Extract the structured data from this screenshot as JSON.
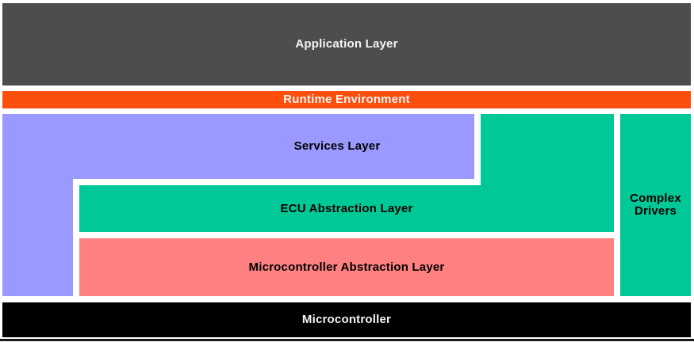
{
  "diagram": {
    "type": "layered-architecture-block-diagram",
    "layers": {
      "application": {
        "label": "Application Layer",
        "color": "#4d4d4d",
        "text_color": "#f5f4f1"
      },
      "runtime": {
        "label": "Runtime Environment",
        "color": "#fc4e0d",
        "text_color": "#ffffff"
      },
      "services": {
        "label": "Services Layer",
        "color": "#9999ff",
        "text_color": "#000000"
      },
      "ecu_abstraction": {
        "label": "ECU Abstraction Layer",
        "color": "#00c896",
        "text_color": "#000000"
      },
      "microcontroller_abstraction": {
        "label": "Microcontroller Abstraction Layer",
        "color": "#ff8080",
        "text_color": "#000000"
      },
      "complex_drivers": {
        "label": "Complex Drivers",
        "color": "#00c896",
        "text_color": "#000000"
      },
      "microcontroller": {
        "label": "Microcontroller",
        "color": "#000000",
        "text_color": "#ffffff"
      }
    },
    "bottom_rule_color": "#1a1a1a"
  }
}
